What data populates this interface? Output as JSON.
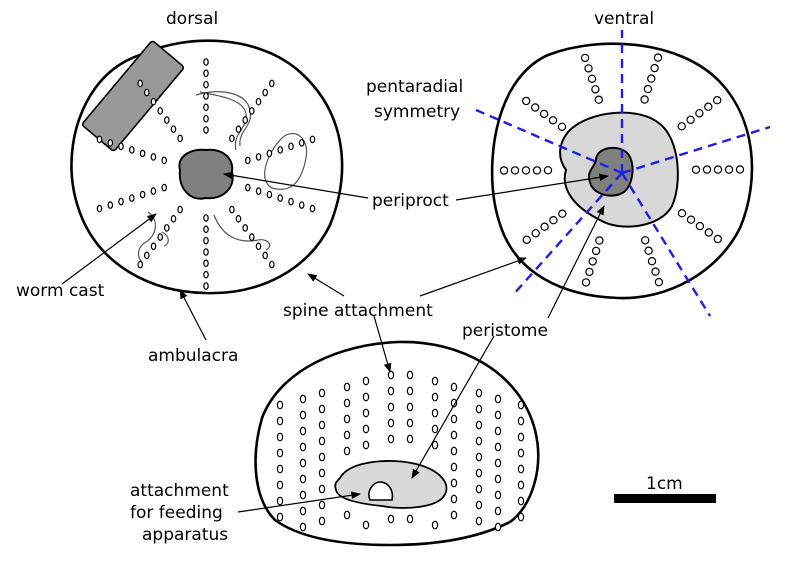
{
  "labels": {
    "dorsal": "dorsal",
    "ventral": "ventral",
    "pentaradial_line1": "pentaradial",
    "pentaradial_line2": "symmetry",
    "periproct": "periproct",
    "worm_cast": "worm cast",
    "spine_attachment": "spine attachment",
    "ambulacra": "ambulacra",
    "peristome": "peristome",
    "feeding_line1": "attachment",
    "feeding_line2": "for feeding",
    "feeding_line3": "apparatus",
    "scale": "1cm"
  },
  "colors": {
    "outline": "#000000",
    "periproct_fill": "#808080",
    "peristome_fill": "#d8d8d8",
    "symmetry_axes": "#1e1ee6",
    "scale_bar": "#000000"
  }
}
